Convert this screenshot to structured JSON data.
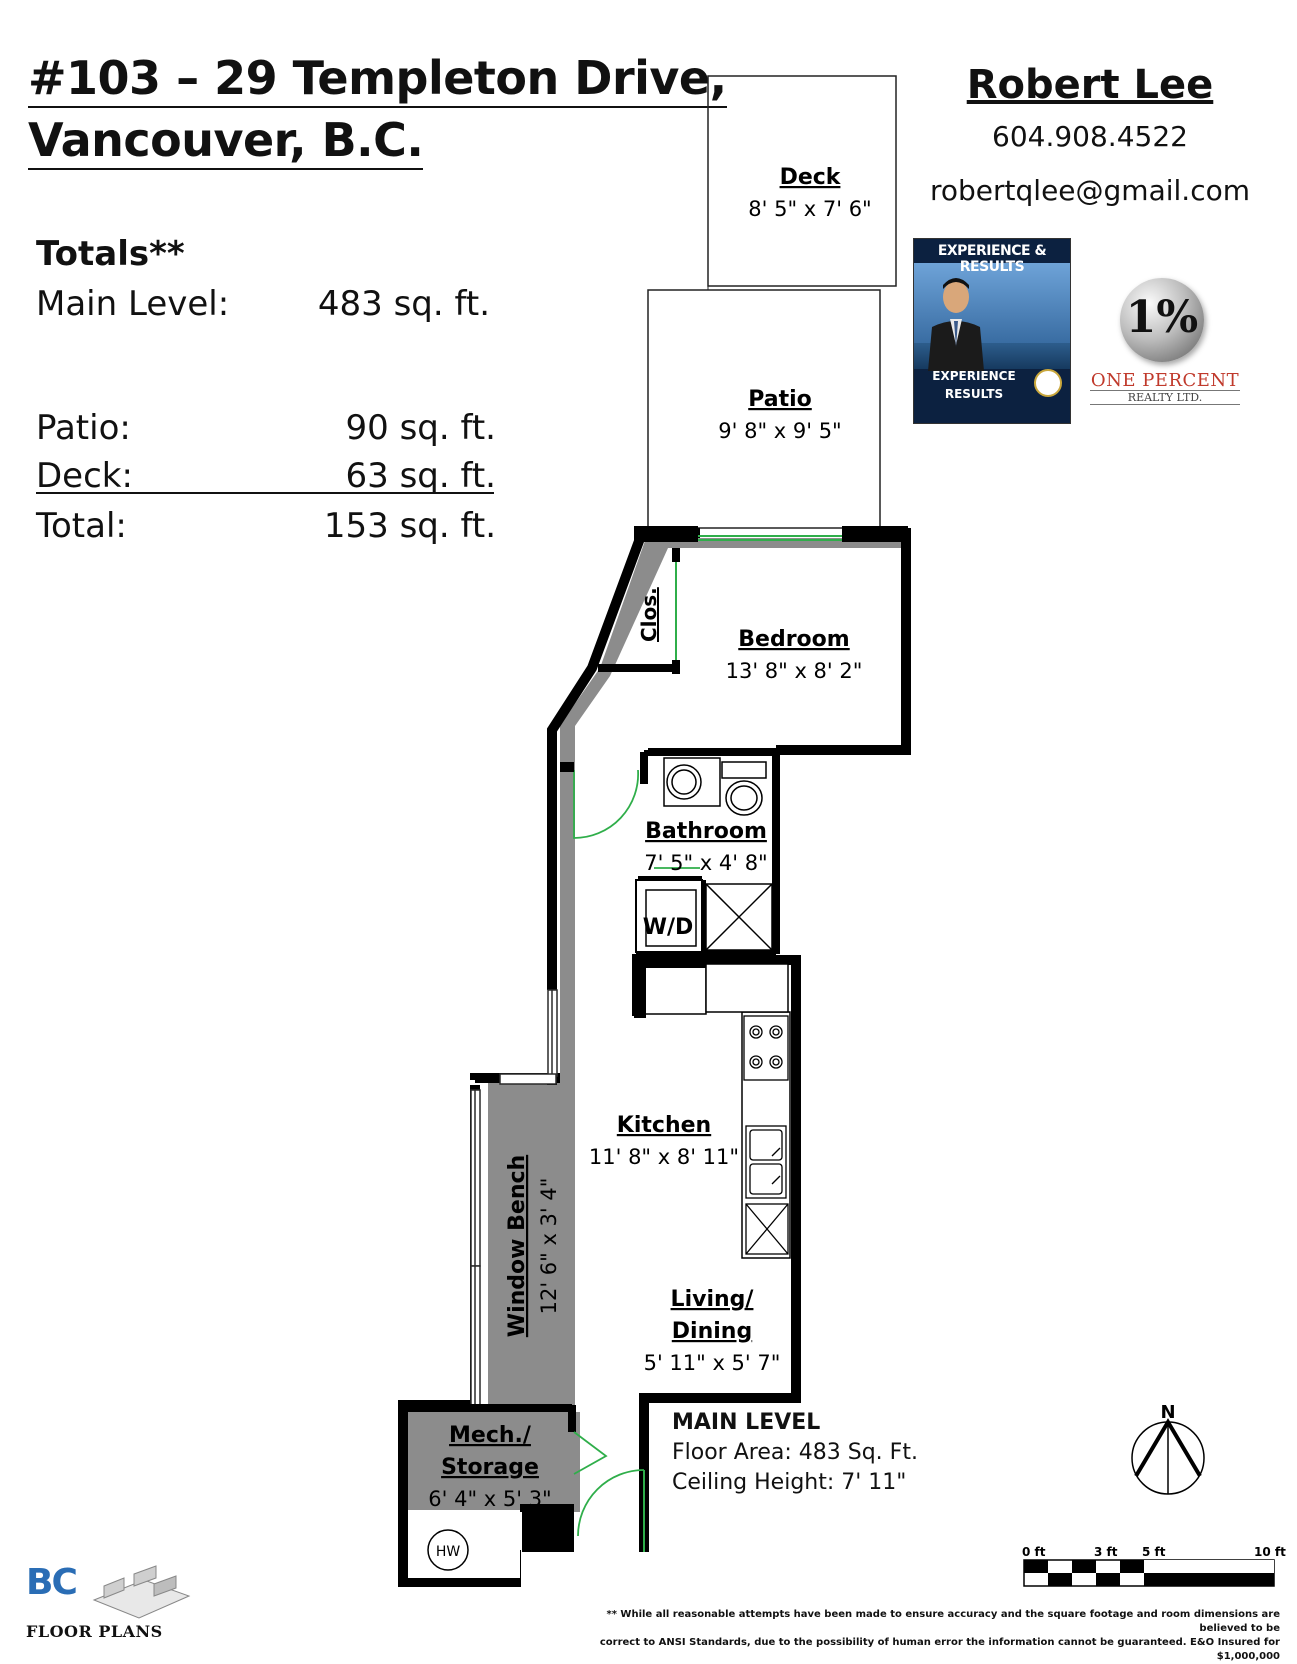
{
  "address": {
    "line1": "#103 – 29 Templeton Drive,",
    "line2": "Vancouver, B.C."
  },
  "totals": {
    "heading": "Totals**",
    "rows": [
      {
        "label": "Main Level:",
        "value": "483 sq. ft."
      },
      {
        "label": "Patio:",
        "value": "90 sq. ft."
      },
      {
        "label": "Deck:",
        "value": "63 sq. ft."
      },
      {
        "label": "Total:",
        "value": "153 sq. ft."
      }
    ]
  },
  "agent": {
    "name": "Robert Lee",
    "phone": "604.908.4522",
    "email": "robertqlee@gmail.com",
    "promo_title": "EXPERIENCE & RESULTS",
    "promo_line1": "EXPERIENCE",
    "promo_line2": "RESULTS",
    "brokerage_mark": "1%",
    "brokerage_name": "ONE PERCENT",
    "brokerage_sub": "REALTY LTD."
  },
  "rooms": {
    "deck": {
      "name": "Deck",
      "dims": "8' 5\" x 7' 6\""
    },
    "patio": {
      "name": "Patio",
      "dims": "9' 8\" x 9' 5\""
    },
    "closet": {
      "name": "Clos."
    },
    "bedroom": {
      "name": "Bedroom",
      "dims": "13' 8\" x 8' 2\""
    },
    "bathroom": {
      "name": "Bathroom",
      "dims": "7' 5\" x 4' 8\""
    },
    "washer_dryer": {
      "name": "W/D"
    },
    "kitchen": {
      "name": "Kitchen",
      "dims": "11' 8\" x 8' 11\""
    },
    "living": {
      "name_line1": "Living/",
      "name_line2": "Dining",
      "dims": "5' 11\" x 5' 7\""
    },
    "bench": {
      "name": "Window Bench",
      "dims": "12' 6\" x 3' 4\""
    },
    "mech": {
      "name_line1": "Mech./",
      "name_line2": "Storage",
      "dims": "6' 4\" x 5' 3\""
    },
    "hot_water": {
      "name": "HW"
    }
  },
  "level": {
    "title": "MAIN LEVEL",
    "floor_area": "Floor Area: 483 Sq. Ft.",
    "ceiling": "Ceiling Height: 7' 11\""
  },
  "compass": {
    "label": "N"
  },
  "scale": {
    "labels": [
      "0 ft",
      "3 ft",
      "5 ft",
      "10 ft"
    ]
  },
  "disclaimer": {
    "line1": "** While all reasonable attempts have been made to ensure accuracy and the square footage and room dimensions are believed to be",
    "line2": "correct to ANSI Standards, due to the possibility of human error the information cannot be guaranteed. E&O Insured for $1,000,000"
  },
  "footer_logo": {
    "letters": "BC",
    "text": "FLOOR PLANS"
  },
  "colors": {
    "wall": "#000000",
    "fill_gray": "#8c8c8c",
    "door_green": "#2fae4a",
    "brokerage_red": "#c0392b"
  }
}
